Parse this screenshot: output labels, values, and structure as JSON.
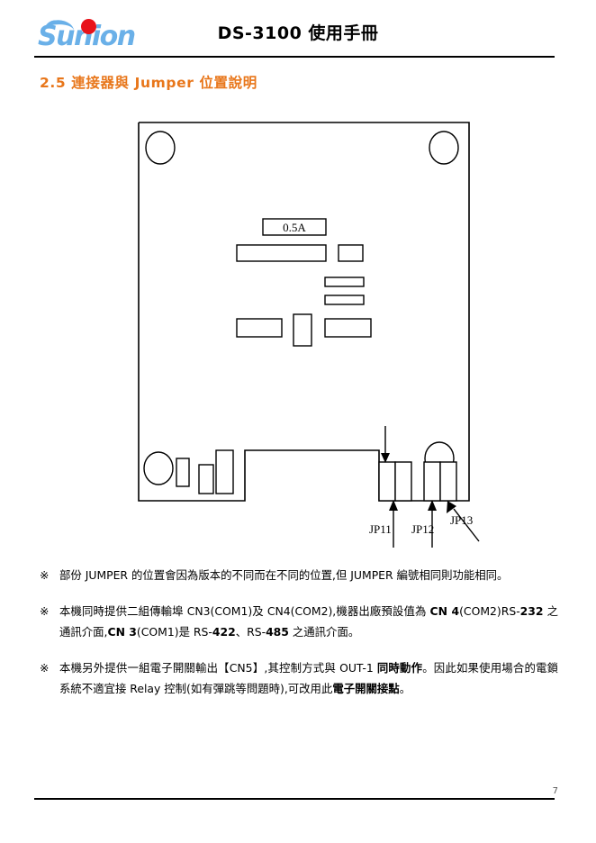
{
  "header": {
    "logo_text": "Sunion",
    "logo_dot_color": "#e8121a",
    "logo_text_color": "#6ab0e8",
    "title": "DS-3100 使用手冊"
  },
  "section": {
    "heading": "2.5 連接器與 Jumper 位置說明",
    "heading_color": "#e8761a"
  },
  "diagram": {
    "caption_fuse": "0.5A",
    "jumper_labels": [
      "JP11",
      "JP12",
      "JP13"
    ],
    "jp11": "JP11",
    "jp12": "JP12",
    "jp13": "JP13"
  },
  "notes": [
    {
      "mark": "※",
      "runs": [
        {
          "text": "部份 JUMPER 的位置會因為版本的不同而在不同的位置,但 JUMPER 編號相同則功能相同。",
          "bold": false
        }
      ]
    },
    {
      "mark": "※",
      "runs": [
        {
          "text": "本機同時提供二組傳輸埠 CN3(COM1)及 CN4(COM2),機器出廠預設值為 ",
          "bold": false
        },
        {
          "text": "CN 4",
          "bold": true
        },
        {
          "text": "(COM2)RS-",
          "bold": false
        },
        {
          "text": "232",
          "bold": true
        },
        {
          "text": " 之通訊介面,",
          "bold": false
        },
        {
          "text": "CN 3",
          "bold": true
        },
        {
          "text": "(COM1)是 RS-",
          "bold": false
        },
        {
          "text": "422",
          "bold": true
        },
        {
          "text": "、RS-",
          "bold": false
        },
        {
          "text": "485",
          "bold": true
        },
        {
          "text": " 之通訊介面。",
          "bold": false
        }
      ]
    },
    {
      "mark": "※",
      "runs": [
        {
          "text": "本機另外提供一組電子開關輸出【CN5】,其控制方式與 OUT-1 ",
          "bold": false
        },
        {
          "text": "同時動作",
          "bold": true
        },
        {
          "text": "。因此如果使用場合的電鎖系統不適宜接 Relay 控制(如有彈跳等問題時),可改用此",
          "bold": false
        },
        {
          "text": "電子開關接點",
          "bold": true
        },
        {
          "text": "。",
          "bold": false
        }
      ]
    }
  ],
  "footer": {
    "page_number": "7"
  }
}
